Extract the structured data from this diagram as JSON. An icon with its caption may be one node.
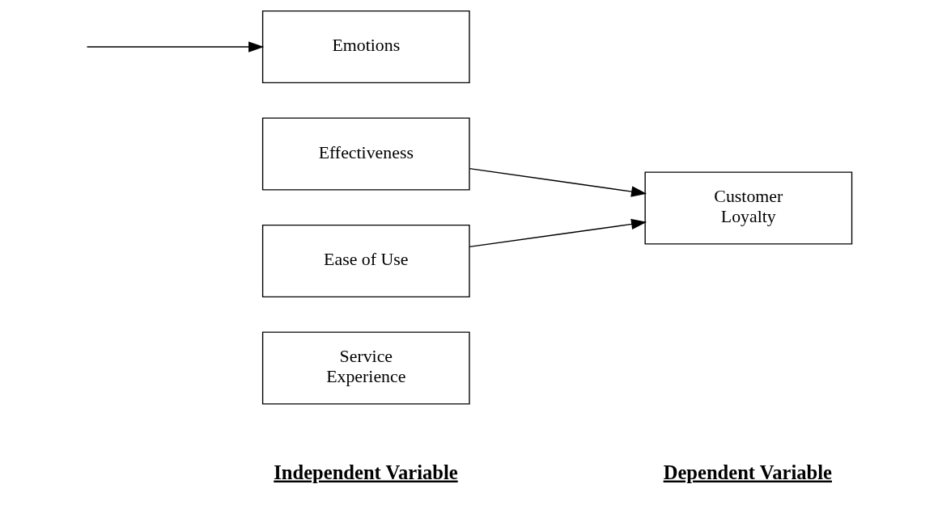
{
  "diagram": {
    "nodes": [
      {
        "text": [
          "Service Experience"
        ]
      },
      {
        "text": [
          "Effectiveness"
        ]
      },
      {
        "text": [
          "Emotions"
        ]
      },
      {
        "text": [
          "Ease of Use"
        ]
      },
      {
        "text": [
          "Customer Loyalty"
        ]
      }
    ],
    "edges": [
      {
        "from": 1,
        "to": 4,
        "arrow": "to"
      },
      {
        "from": 3,
        "to": 4,
        "arrow": "to"
      },
      {
        "from": null,
        "to": 2,
        "arrow": "to"
      }
    ],
    "labels": [
      "Independent Variable",
      "Dependent Variable"
    ]
  }
}
